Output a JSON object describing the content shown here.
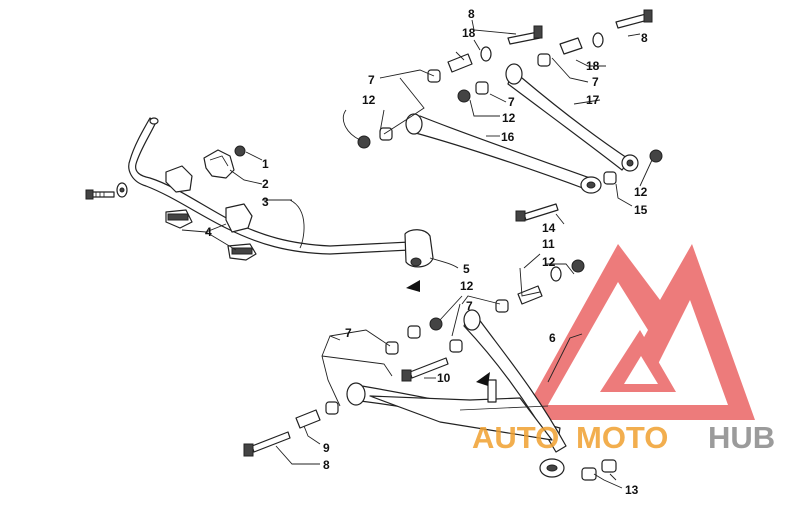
{
  "callouts": {
    "c1": "1",
    "c2": "2",
    "c3": "3",
    "c4": "4",
    "c5": "5",
    "c6": "6",
    "c7a": "7",
    "c7b": "7",
    "c7c": "7",
    "c7d": "7",
    "c7e": "7",
    "c8a": "8",
    "c8b": "8",
    "c8c": "8",
    "c9": "9",
    "c10": "10",
    "c11": "11",
    "c12a": "12",
    "c12b": "12",
    "c12c": "12",
    "c12d": "12",
    "c12e": "12",
    "c13": "13",
    "c14": "14",
    "c15": "15",
    "c16": "16",
    "c17": "17",
    "c18a": "18",
    "c18b": "18"
  },
  "watermark": {
    "part1": "AUTO",
    "part2": "MOTO",
    "part3": "HUB",
    "color_logo": "#e85050",
    "color_auto": "#f0a030",
    "color_moto": "#f0a030",
    "color_hub": "#8a8a8a"
  }
}
